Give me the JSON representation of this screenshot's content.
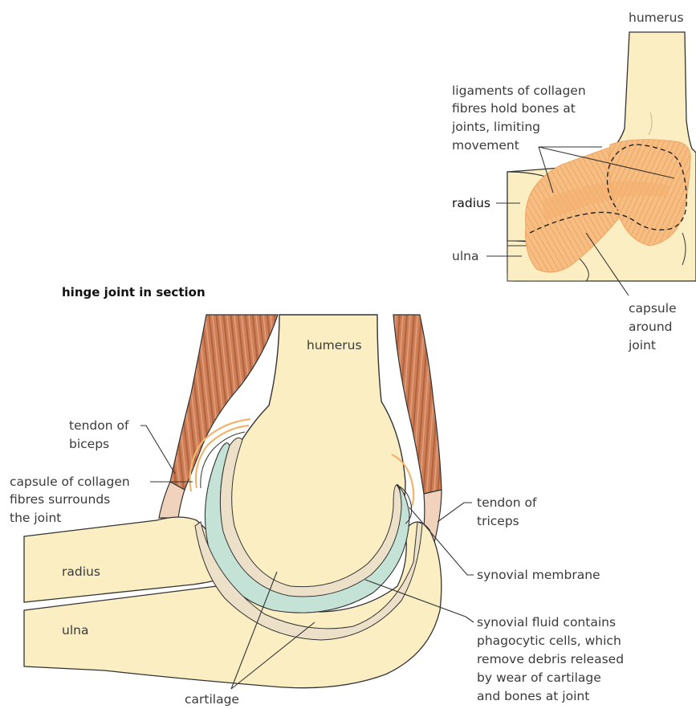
{
  "colors": {
    "bone": "#fbeec3",
    "muscle": "#cf7f55",
    "muscle_dark": "#a85a38",
    "cartilage": "#ece0c8",
    "synovial_fluid": "#c4e3d6",
    "ligament": "#f6be82",
    "capsule_line": "#f2b56e"
  },
  "upper_diagram": {
    "labels": {
      "humerus": "humerus",
      "ligaments": [
        "ligaments of collagen",
        "fibres hold bones at",
        "joints, limiting",
        "movement"
      ],
      "radius": "radius",
      "ulna": "ulna",
      "capsule": [
        "capsule",
        "around",
        "joint"
      ]
    }
  },
  "section_diagram": {
    "title": "hinge joint in section",
    "labels": {
      "humerus": "humerus",
      "tendon_biceps": [
        "tendon of",
        "biceps"
      ],
      "capsule_collagen": [
        "capsule of collagen",
        "fibres surrounds",
        "the joint"
      ],
      "tendon_triceps": [
        "tendon of",
        "triceps"
      ],
      "radius": "radius",
      "ulna": "ulna",
      "synovial_membrane": "synovial membrane",
      "synovial_fluid": [
        "synovial fluid contains",
        "phagocytic cells, which",
        "remove debris released",
        "by wear of cartilage",
        "and bones at joint"
      ],
      "cartilage": "cartilage"
    }
  }
}
